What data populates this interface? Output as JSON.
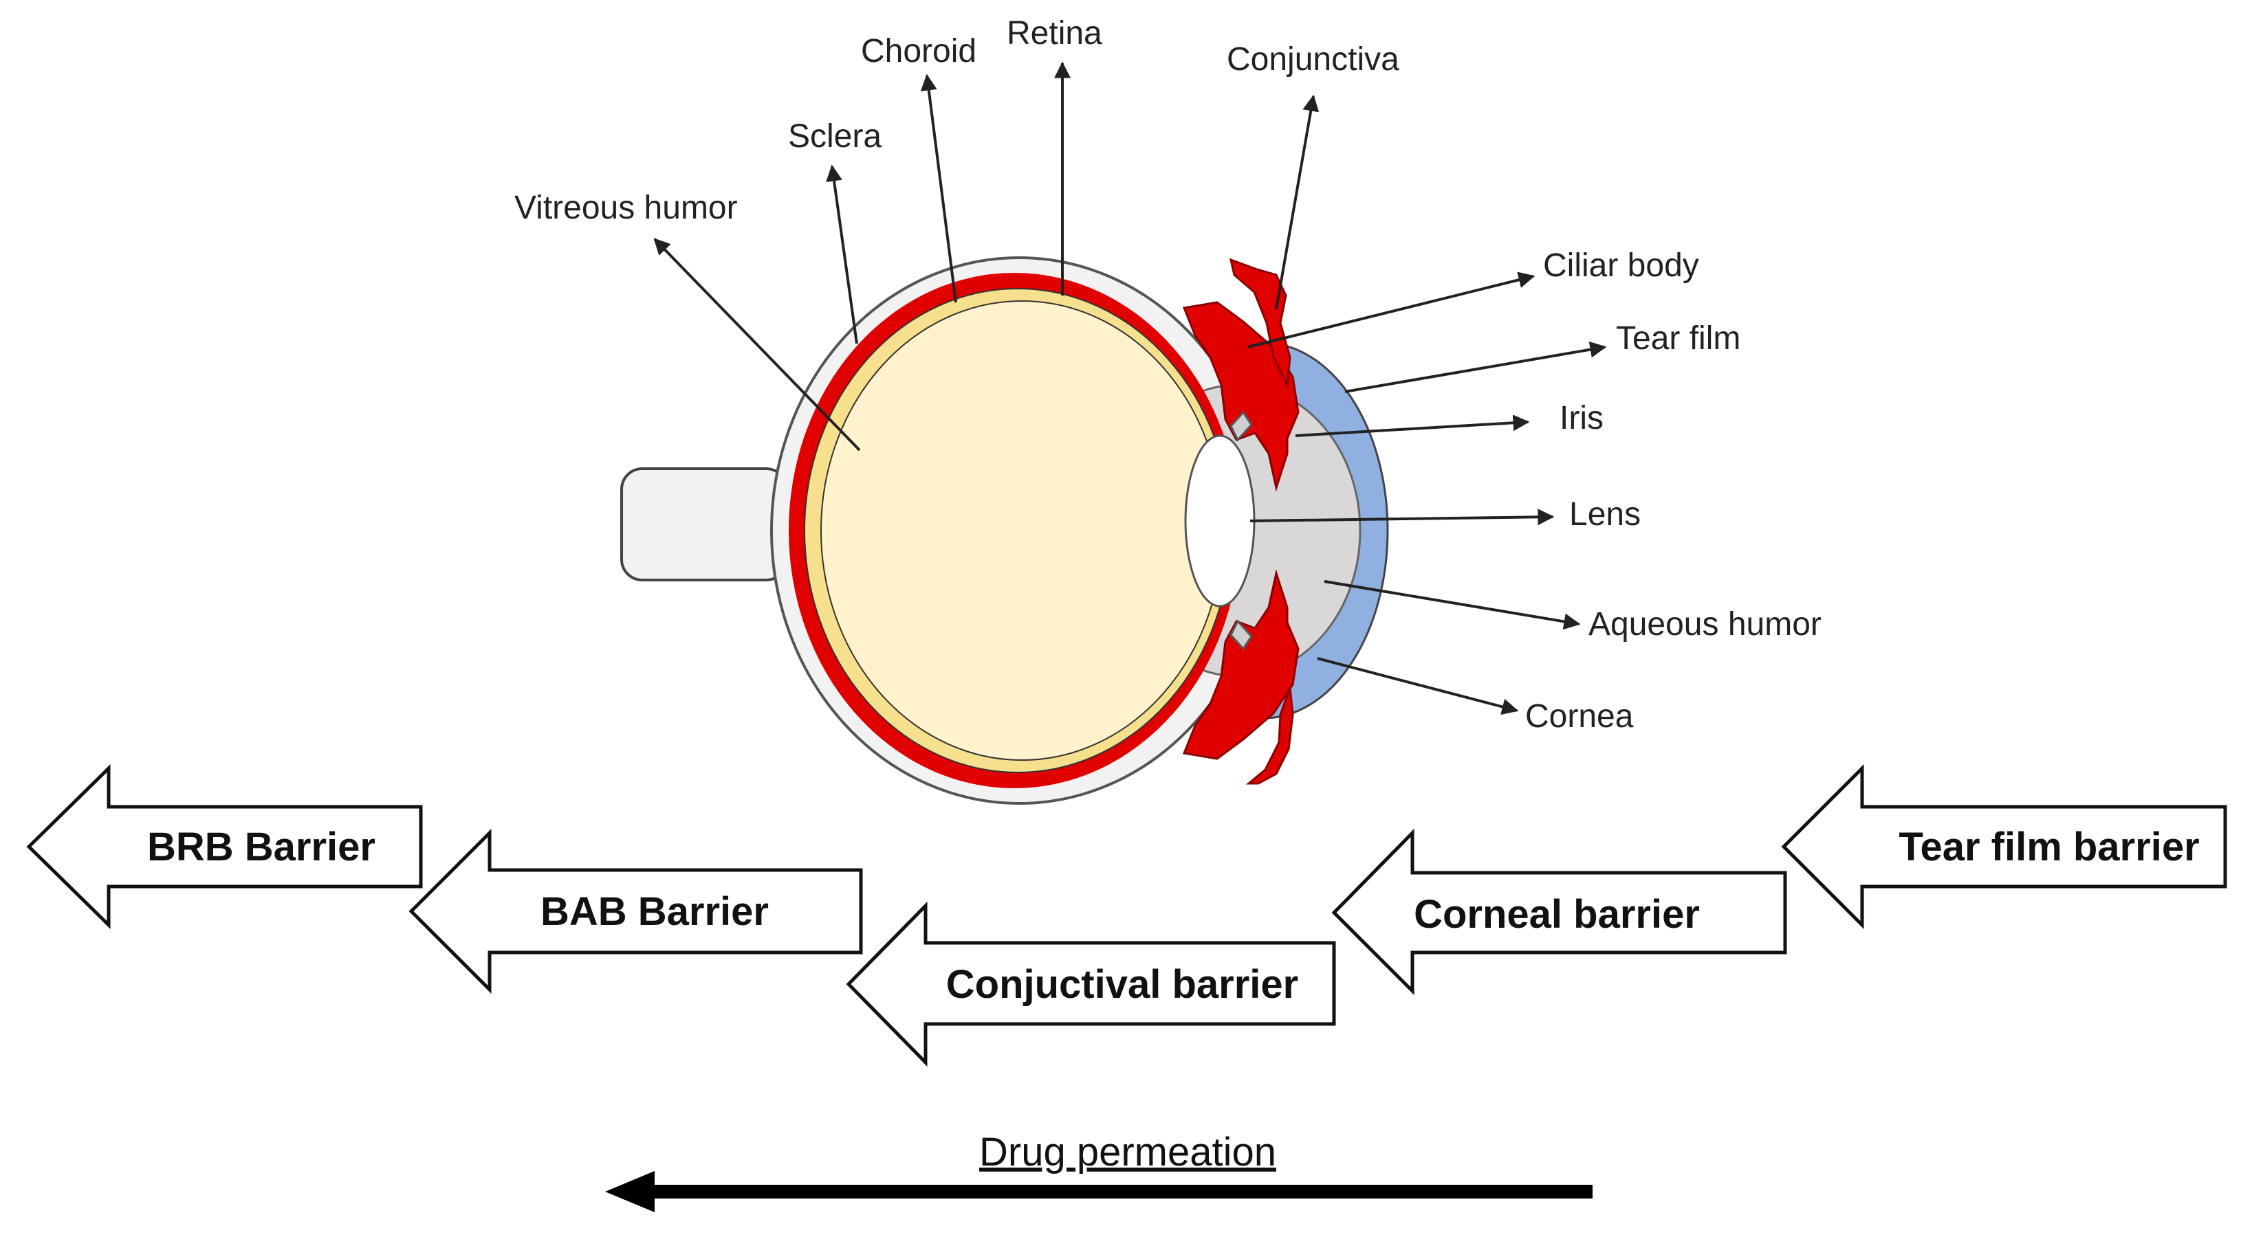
{
  "colors": {
    "sclera": "#f2f2f2",
    "choroid": "#e00000",
    "retina": "#f6e08e",
    "vitreous": "#fff2cc",
    "aqueous": "#d9d7d8",
    "cornea": "#8fb0e0",
    "outline": "#222222"
  },
  "labels": {
    "vitreous_humor": "Vitreous humor",
    "sclera": "Sclera",
    "choroid": "Choroid",
    "retina": "Retina",
    "conjunctiva": "Conjunctiva",
    "ciliar_body": "Ciliar body",
    "tear_film": "Tear film",
    "iris": "Iris",
    "lens": "Lens",
    "aqueous_humor": "Aqueous humor",
    "cornea": "Cornea"
  },
  "barriers": {
    "brb": "BRB Barrier",
    "bab": "BAB Barrier",
    "conjunctival": "Conjuctival barrier",
    "corneal": "Corneal barrier",
    "tear_film": "Tear film barrier"
  },
  "caption": "Drug permeation"
}
